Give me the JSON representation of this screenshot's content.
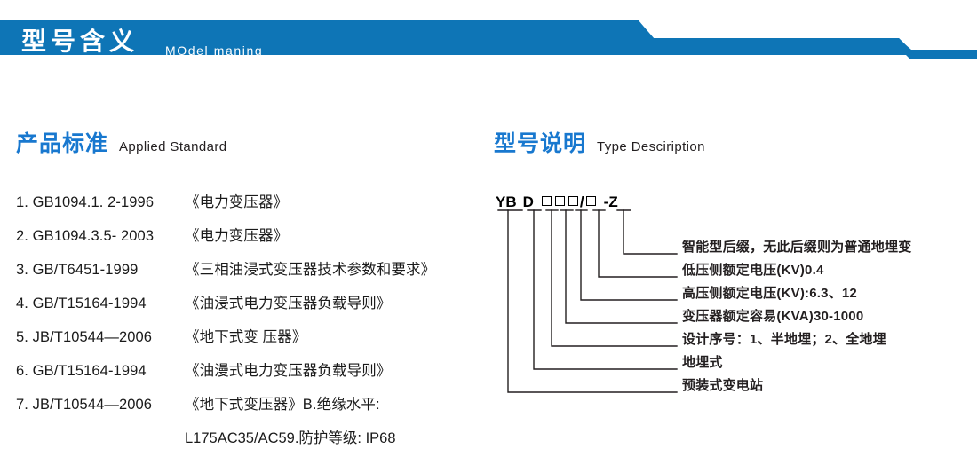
{
  "banner": {
    "title": "型号含义",
    "subtitle": "MOdel maning",
    "color": "#0e75b6"
  },
  "headings": {
    "standard": {
      "cn": "产品标准",
      "en": "Applied Standard"
    },
    "type": {
      "cn": "型号说明",
      "en": "Type Desciription"
    },
    "accent": "#1878cf"
  },
  "standards": {
    "items": [
      {
        "no": "1.",
        "code": "GB1094.1. 2-1996",
        "title": "《电力变压器》"
      },
      {
        "no": "2.",
        "code": "GB1094.3.5- 2003",
        "title": "《电力变压器》"
      },
      {
        "no": "3.",
        "code": "GB/T6451-1999",
        "title": "《三相油浸式变压器技术参数和要求》"
      },
      {
        "no": "4.",
        "code": "GB/T15164-1994",
        "title": "《油浸式电力变压器负载导则》"
      },
      {
        "no": "5.",
        "code": "JB/T10544—2006",
        "title": "《地下式变 压器》"
      },
      {
        "no": "6.",
        "code": "GB/T15164-1994",
        "title": "《油漫式电力变压器负载导则》"
      },
      {
        "no": "7.",
        "code": "JB/T10544—2006",
        "title": "《地下式变压器》B.绝缘水平:"
      }
    ],
    "continuation": "L175AC35/AC59.防护等级: IP68"
  },
  "type_code": {
    "prefix_yb": "YB",
    "prefix_d": "D",
    "slash": "/",
    "dash": "-",
    "suffix_z": "Z",
    "box_glyph": "□"
  },
  "callouts": [
    {
      "text": "智能型后缀，无此后缀则为普通地埋变"
    },
    {
      "text": "低压侧额定电压(KV)0.4"
    },
    {
      "text": "高压侧额定电压(KV):6.3、12"
    },
    {
      "text": "变压器额定容易(KVA)30-1000"
    },
    {
      "text": "设计序号：1、半地埋；2、全地埋"
    },
    {
      "text": "地埋式"
    },
    {
      "text": "预装式变电站"
    }
  ]
}
